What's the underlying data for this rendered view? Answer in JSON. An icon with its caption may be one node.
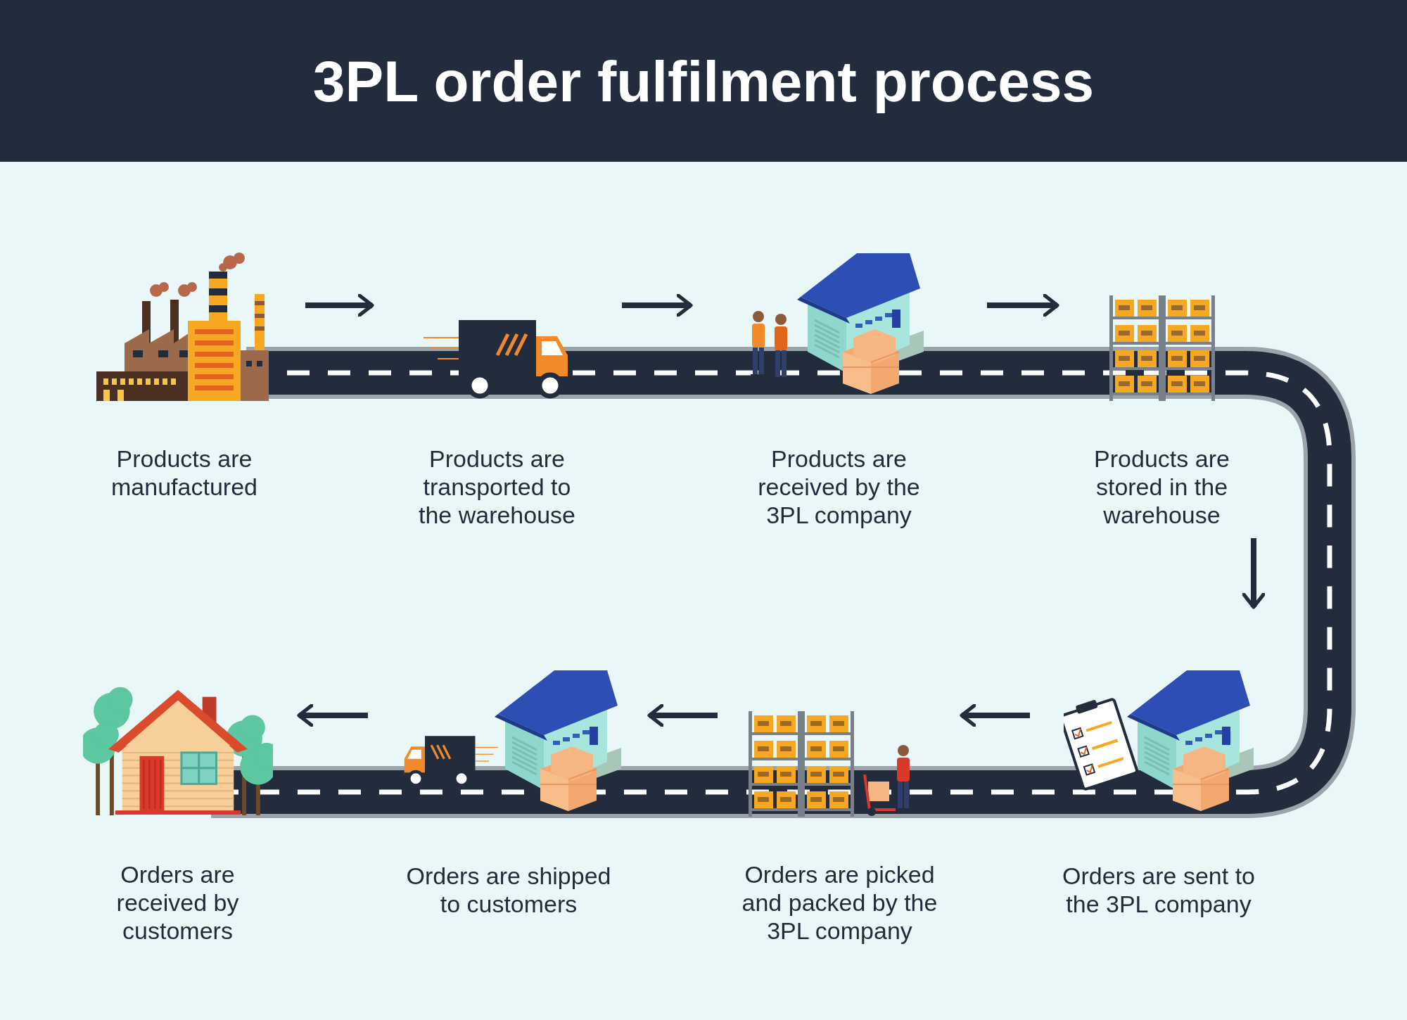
{
  "diagram": {
    "title": "3PL order fulfilment process",
    "nodes": [
      {
        "text": [
          "Products are manufactured"
        ]
      },
      {
        "text": [
          "Products are transported to the warehouse"
        ]
      },
      {
        "text": [
          "Products are received by the 3PL company"
        ]
      },
      {
        "text": [
          "Products are stored in the warehouse"
        ]
      },
      {
        "text": [
          "Orders are sent to the 3PL company"
        ]
      },
      {
        "text": [
          "Orders are picked and packed by the 3PL company"
        ]
      },
      {
        "text": [
          "Orders are shipped to customers"
        ]
      },
      {
        "text": [
          "Orders are received by customers"
        ]
      }
    ],
    "edges": [
      {
        "from": 0,
        "to": 1,
        "arrow": "to"
      },
      {
        "from": 1,
        "to": 2,
        "arrow": "to"
      },
      {
        "from": 2,
        "to": 3,
        "arrow": "to"
      },
      {
        "from": 3,
        "to": 4,
        "arrow": "to"
      },
      {
        "from": 4,
        "to": 5,
        "arrow": "to"
      },
      {
        "from": 5,
        "to": 6,
        "arrow": "to"
      },
      {
        "from": 6,
        "to": 7,
        "arrow": "to"
      }
    ]
  }
}
